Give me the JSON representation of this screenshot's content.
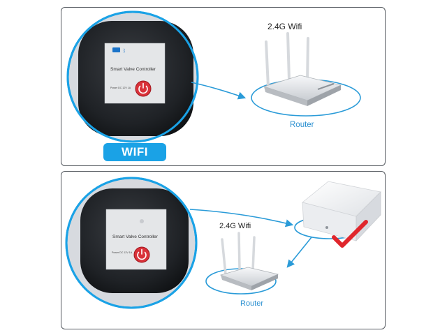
{
  "top_panel": {
    "wifi_band": "2.4G Wifi",
    "router_label": "Router",
    "badge": "WIFI",
    "device_title": "Smart Valve Controller",
    "device_power": "Power DC 12V 1A"
  },
  "bottom_panel": {
    "wifi_band": "2.4G Wifi",
    "router_label": "Router",
    "device_title": "Smart Valve Controller",
    "device_power": "Power DC 12V 1A"
  },
  "colors": {
    "accent": "#1aa2e6",
    "arrow": "#2a9bd8",
    "power_button": "#d9323a",
    "check": "#e0262c"
  }
}
